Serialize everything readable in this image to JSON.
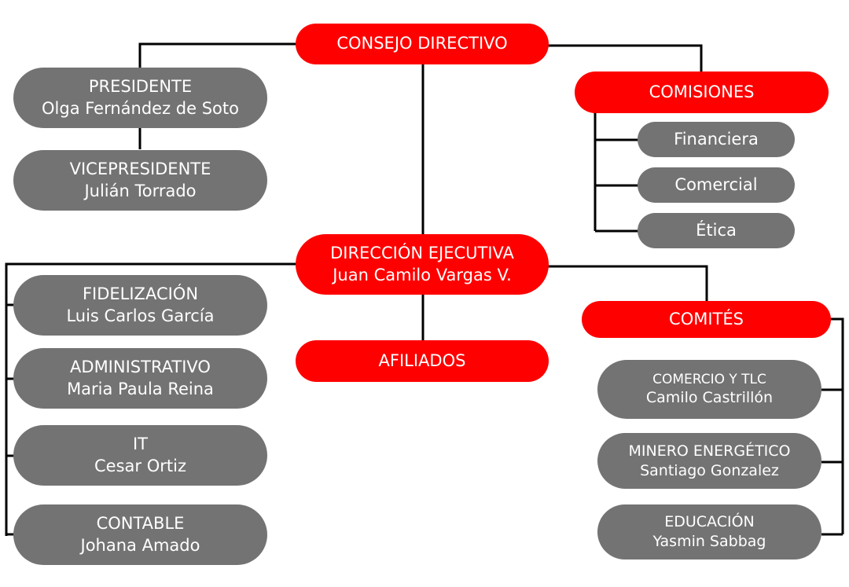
{
  "board": {
    "title": "CONSEJO DIRECTIVO"
  },
  "president": {
    "role": "PRESIDENTE",
    "name": "Olga Fernández de Soto"
  },
  "vice_president": {
    "role": "VICEPRESIDENTE",
    "name": "Julián Torrado"
  },
  "commissions": {
    "title": "COMISIONES",
    "items": [
      "Financiera",
      "Comercial",
      "Ética"
    ]
  },
  "executive": {
    "role": "DIRECCIÓN EJECUTIVA",
    "name": "Juan Camilo Vargas V."
  },
  "affiliates": {
    "title": "AFILIADOS"
  },
  "departments": [
    {
      "role": "FIDELIZACIÓN",
      "name": "Luis Carlos García"
    },
    {
      "role": "ADMINISTRATIVO",
      "name": "Maria Paula Reina"
    },
    {
      "role": "IT",
      "name": "Cesar Ortiz"
    },
    {
      "role": "CONTABLE",
      "name": "Johana Amado"
    }
  ],
  "committees": {
    "title": "COMITÉS",
    "items": [
      {
        "role": "COMERCIO Y TLC",
        "name": "Camilo Castrillón"
      },
      {
        "role": "MINERO ENERGÉTICO",
        "name": "Santiago Gonzalez"
      },
      {
        "role": "EDUCACIÓN",
        "name": "Yasmin Sabbag"
      }
    ]
  },
  "colors": {
    "accent": "#ff0000",
    "box": "#737373",
    "line": "#000000"
  }
}
